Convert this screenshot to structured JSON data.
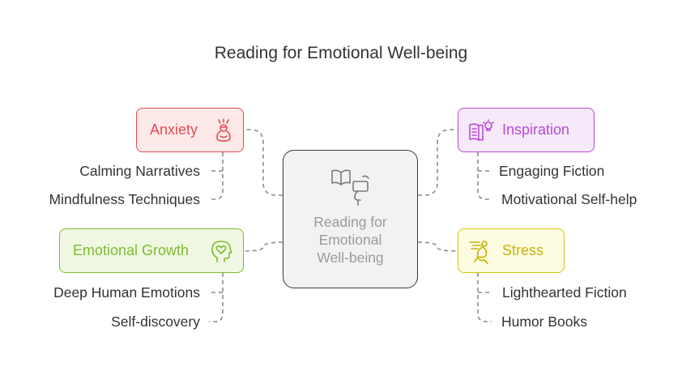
{
  "title": "Reading for Emotional Well-being",
  "center": {
    "lines": [
      "Reading for",
      "Emotional",
      "Well-being"
    ],
    "icon": "book-and-head-icon"
  },
  "nodes": {
    "anxiety": {
      "label": "Anxiety",
      "icon": "stressed-person-icon",
      "color": "#e04f54",
      "children": [
        "Calming Narratives",
        "Mindfulness Techniques"
      ]
    },
    "inspiration": {
      "label": "Inspiration",
      "icon": "book-lightbulb-icon",
      "color": "#b94bd4",
      "children": [
        "Engaging Fiction",
        "Motivational Self-help"
      ]
    },
    "growth": {
      "label": "Emotional Growth",
      "icon": "head-heart-icon",
      "color": "#7dbc2f",
      "children": [
        "Deep Human Emotions",
        "Self-discovery"
      ]
    },
    "stress": {
      "label": "Stress",
      "icon": "relaxing-figure-icon",
      "color": "#d6c416",
      "children": [
        "Lighthearted Fiction",
        "Humor Books"
      ]
    }
  }
}
